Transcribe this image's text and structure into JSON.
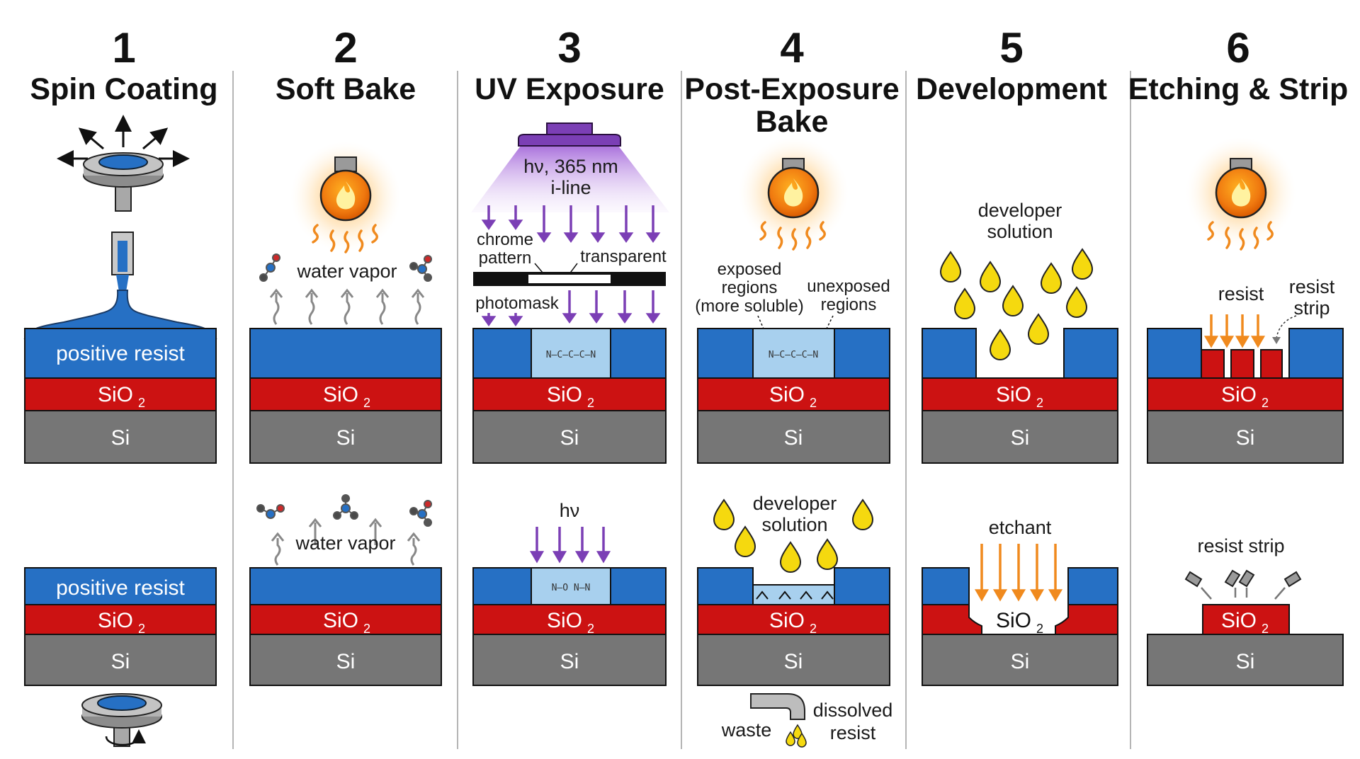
{
  "steps": [
    {
      "num": "1",
      "title": "Spin Coating"
    },
    {
      "num": "2",
      "title": "Soft Bake"
    },
    {
      "num": "3",
      "title": "UV Exposure"
    },
    {
      "num": "4",
      "title_line1": "Post-Exposure",
      "title_line2": "Bake"
    },
    {
      "num": "5",
      "title": "Development"
    },
    {
      "num": "6",
      "title": "Etching & Strip"
    }
  ],
  "layers": {
    "resist": "positive resist",
    "oxide": "SiO",
    "oxide_sub": "2",
    "silicon": "Si"
  },
  "labels": {
    "water_vapor": "water vapor",
    "hv_top_l1": "hν, 365 nm",
    "hv_top_l2": "i-line",
    "chrome_l1": "chrome",
    "chrome_l2": "pattern",
    "transparent": "transparent",
    "photomask": "photomask",
    "hv": "hν",
    "exposed_l1": "exposed",
    "exposed_l2": "regions",
    "exposed_l3": "(more soluble)",
    "unexposed_l1": "unexposed",
    "unexposed_l2": "regions",
    "developer_l1": "developer",
    "developer_l2": "solution",
    "etchant": "etchant",
    "resist": "resist",
    "resist_strip_l1": "resist",
    "resist_strip_l2": "strip",
    "resist_strip": "resist strip",
    "waste": "waste",
    "dissolved_l1": "dissolved",
    "dissolved_l2": "resist",
    "chem_top": "N–C–C–C–N",
    "chem_bottom": "N–O  N–N"
  },
  "colors": {
    "resist": "#2670c4",
    "resist_exposed": "#a8d0ee",
    "oxide": "#cc1212",
    "silicon": "#767676",
    "uv_purple": "#7b3fb5",
    "heat_orange": "#f08a1e",
    "droplet_yellow": "#f5d90f",
    "divider": "#b5b5b5"
  },
  "icons": [
    "spin-coater-icon",
    "resist-dispenser-icon",
    "heater-lamp-icon",
    "uv-lamp-icon",
    "molecule-icon",
    "developer-droplet-icon",
    "drain-pipe-icon",
    "strip-nozzle-icon",
    "arrow-icon"
  ]
}
